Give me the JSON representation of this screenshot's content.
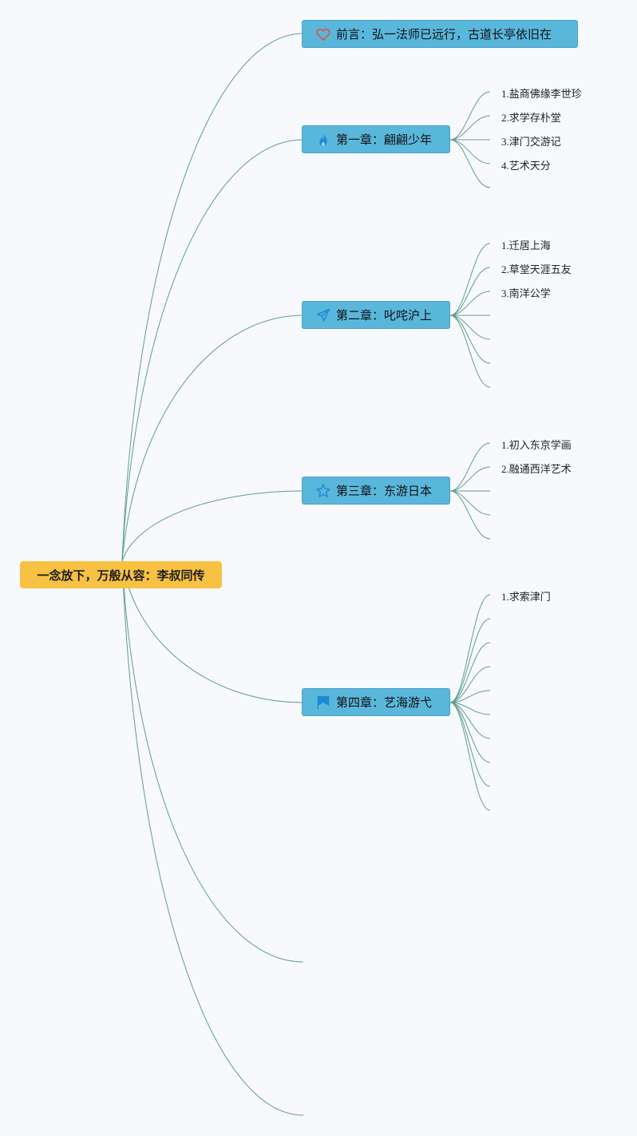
{
  "root": {
    "title": "一念放下，万般从容：李叔同传"
  },
  "branches": [
    {
      "label": "前言：弘一法师已远行，古道长亭依旧在",
      "icon": "heart-icon",
      "children": []
    },
    {
      "label": "第一章：翩翩少年",
      "icon": "fire-icon",
      "children": [
        "1.盐商佛缘李世珍",
        "2.求学存朴堂",
        "3.津门交游记",
        "4.艺术天分"
      ]
    },
    {
      "label": "第二章：叱咤沪上",
      "icon": "paper-plane-icon",
      "children": [
        "1.迁居上海",
        "2.草堂天涯五友",
        "3.南洋公学"
      ]
    },
    {
      "label": "第三章：东游日本",
      "icon": "star-icon",
      "children": [
        "1.初入东京学画",
        "2.融通西洋艺术"
      ]
    },
    {
      "label": "第四章：艺海游弋",
      "icon": "flag-icon",
      "children": [
        "1.求索津门"
      ]
    }
  ],
  "colors": {
    "root_fill": "#f7c143",
    "branch_fill": "#5ab7dc",
    "connector": "#5f9e8f",
    "heart_icon": "#e0523f",
    "fire_icon": "#1e8ad6",
    "plane_icon": "#1e8ad6",
    "star_icon": "#1e8ad6",
    "flag_icon": "#1e8ad6"
  }
}
